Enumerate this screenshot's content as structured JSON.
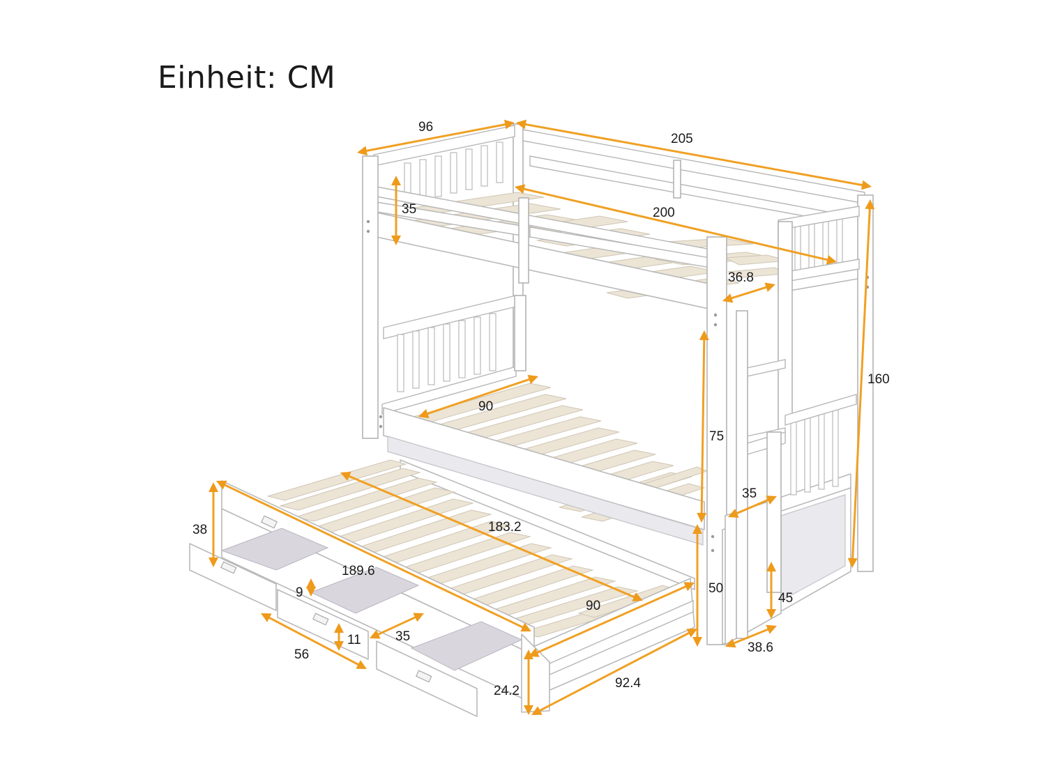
{
  "title": "Einheit: CM",
  "dimensions": {
    "top_width": "96",
    "total_length": "205",
    "top_rail_height": "35",
    "inner_length": "200",
    "ladder_opening": "36.8",
    "total_height": "160",
    "bottom_width": "90",
    "gap_height": "75",
    "stair_depth": "35",
    "trundle_slat_length": "183.2",
    "trundle_height": "38",
    "trundle_length": "189.6",
    "drawer_gap": "9",
    "stair_step": "45",
    "lower_height": "50",
    "trundle_width": "90",
    "stair_width": "38.6",
    "drawer_depth": "35",
    "drawer_width": "56",
    "drawer_height": "11",
    "drawer_front": "24.2",
    "trundle_depth": "92.4"
  },
  "colors": {
    "accent": "#f0a023",
    "frame": "#ffffff",
    "slat": "#ece4d5",
    "drawer_inside": "#d9d6de"
  }
}
